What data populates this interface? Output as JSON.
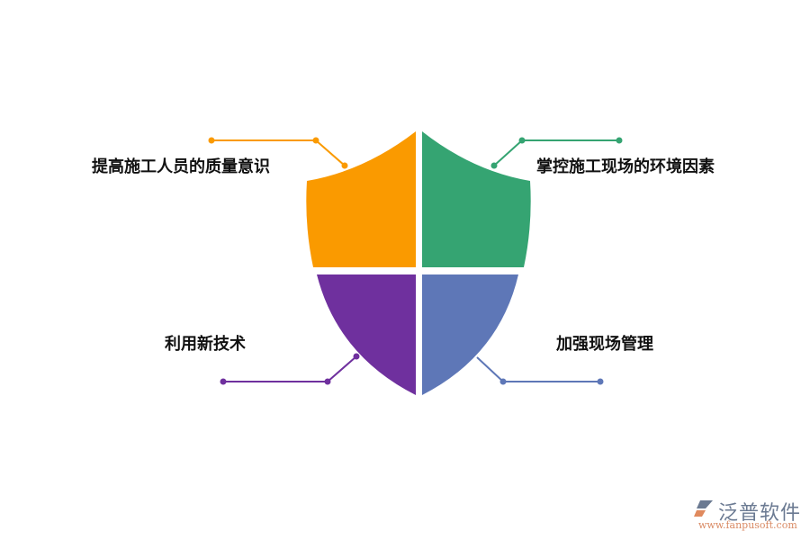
{
  "diagram": {
    "type": "shield-quadrant",
    "quadrants": [
      {
        "position": "top-left",
        "label": "提高施工人员的质量意识",
        "color": "#FA9A00"
      },
      {
        "position": "top-right",
        "label": "掌控施工现场的环境因素",
        "color": "#35A472"
      },
      {
        "position": "bottom-left",
        "label": "利用新技术",
        "color": "#6F309E"
      },
      {
        "position": "bottom-right",
        "label": "加强现场管理",
        "color": "#5E77B7"
      }
    ]
  },
  "logo": {
    "name": "泛普软件",
    "url": "www.fanpusoft.com"
  }
}
